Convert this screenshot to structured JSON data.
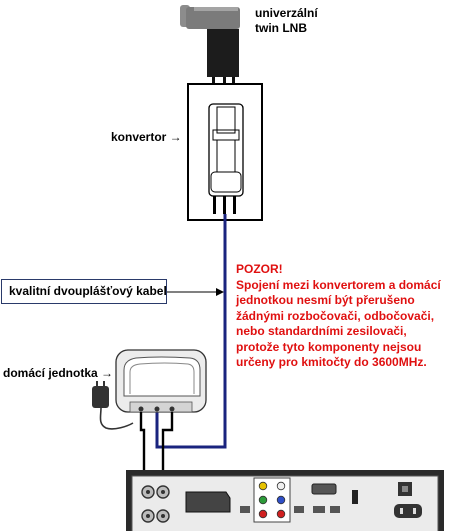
{
  "labels": {
    "lnb_line1": "univerzální",
    "lnb_line2": "twin LNB",
    "convertor": "konvertor →",
    "cable": "kvalitní dvouplášťový kabel",
    "home_unit": "domácí jednotka →"
  },
  "warning": {
    "title": "POZOR!",
    "lines": [
      "Spojení mezi konvertorem  a domácí",
      "jednotkou nesmí být přerušeno",
      "žádnými rozbočovači, odbočovači,",
      "nebo standardními zesilovači,",
      "protože tyto komponenty nejsou",
      "určeny pro kmitočty do 3600MHz."
    ]
  },
  "colors": {
    "coax_cable": "#1a237e",
    "warning_text": "#e01010",
    "device_gray": "#e8e8e8"
  },
  "icons": {
    "lnb": "lnb-icon",
    "convertor": "convertor-icon",
    "home_unit": "home-unit-icon",
    "power_adapter": "power-adapter-icon",
    "receiver": "receiver-icon"
  }
}
